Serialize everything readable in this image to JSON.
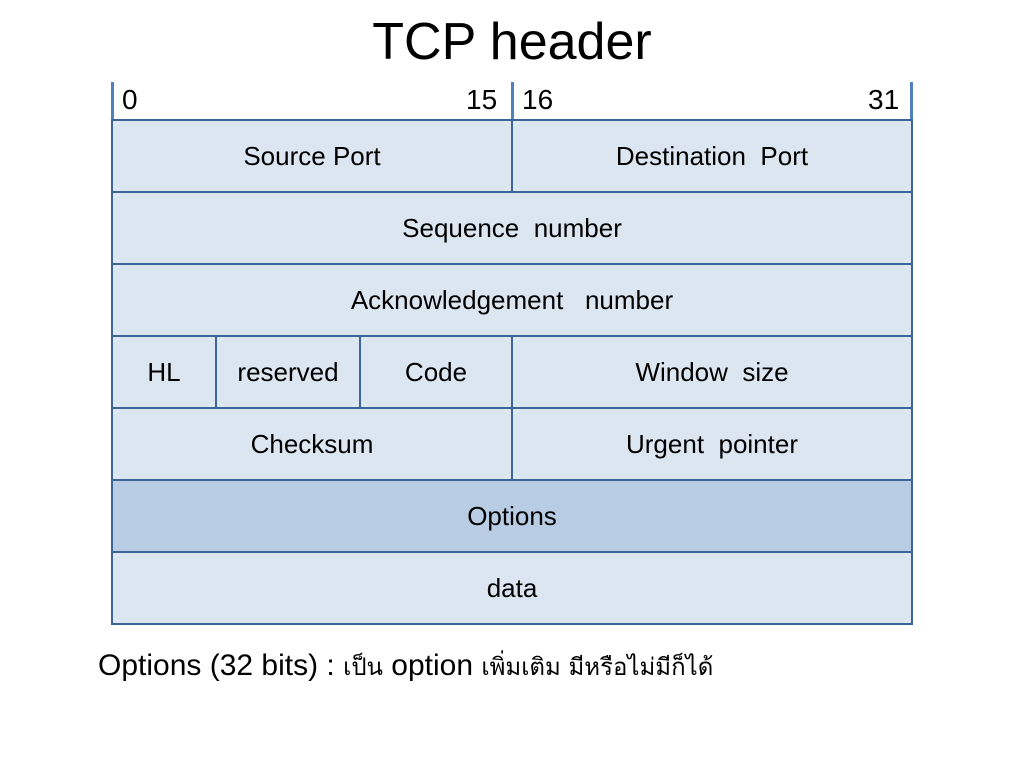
{
  "title": "TCP header",
  "bit_labels": {
    "b0": "0",
    "b15": "15",
    "b16": "16",
    "b31": "31"
  },
  "fields": {
    "source_port": "Source Port",
    "destination_port": "Destination  Port",
    "sequence_number": "Sequence  number",
    "ack_number": "Acknowledgement   number",
    "hl": "HL",
    "reserved": "reserved",
    "code": "Code",
    "window_size": "Window  size",
    "checksum": "Checksum",
    "urgent_pointer": "Urgent  pointer",
    "options": "Options",
    "data": "data"
  },
  "footer": {
    "part1": "Options (32 bits) : ",
    "part2": "เป็น",
    "part3": " option ",
    "part4": "เพิ่มเติม  มีหรือไม่มีก็ได้"
  },
  "colors": {
    "cell": "#dce6f1",
    "options_cell": "#b8cce4",
    "border": "#3c6496",
    "tick": "#4f81bd"
  }
}
